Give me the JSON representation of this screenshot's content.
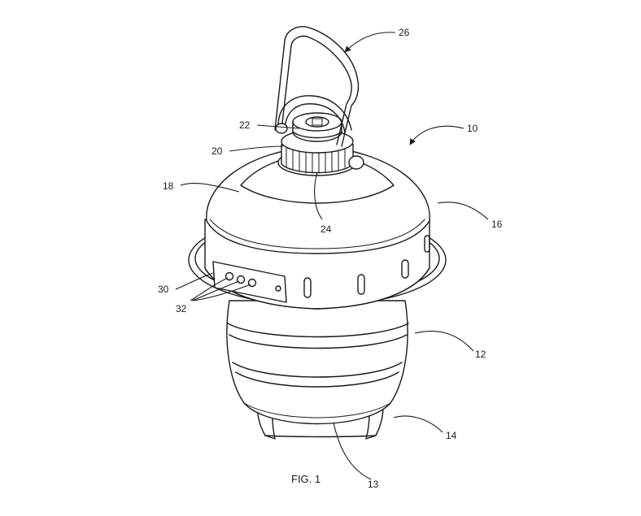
{
  "figure": {
    "caption": "FIG. 1",
    "reference_numerals": {
      "lantern": "10",
      "body": "12",
      "bottom": "13",
      "feet": "14",
      "ring": "16",
      "top_cap": "18",
      "collar": "20",
      "knob": "22",
      "knurled_base": "24",
      "handle": "26",
      "control_panel": "30",
      "buttons": "32"
    }
  }
}
